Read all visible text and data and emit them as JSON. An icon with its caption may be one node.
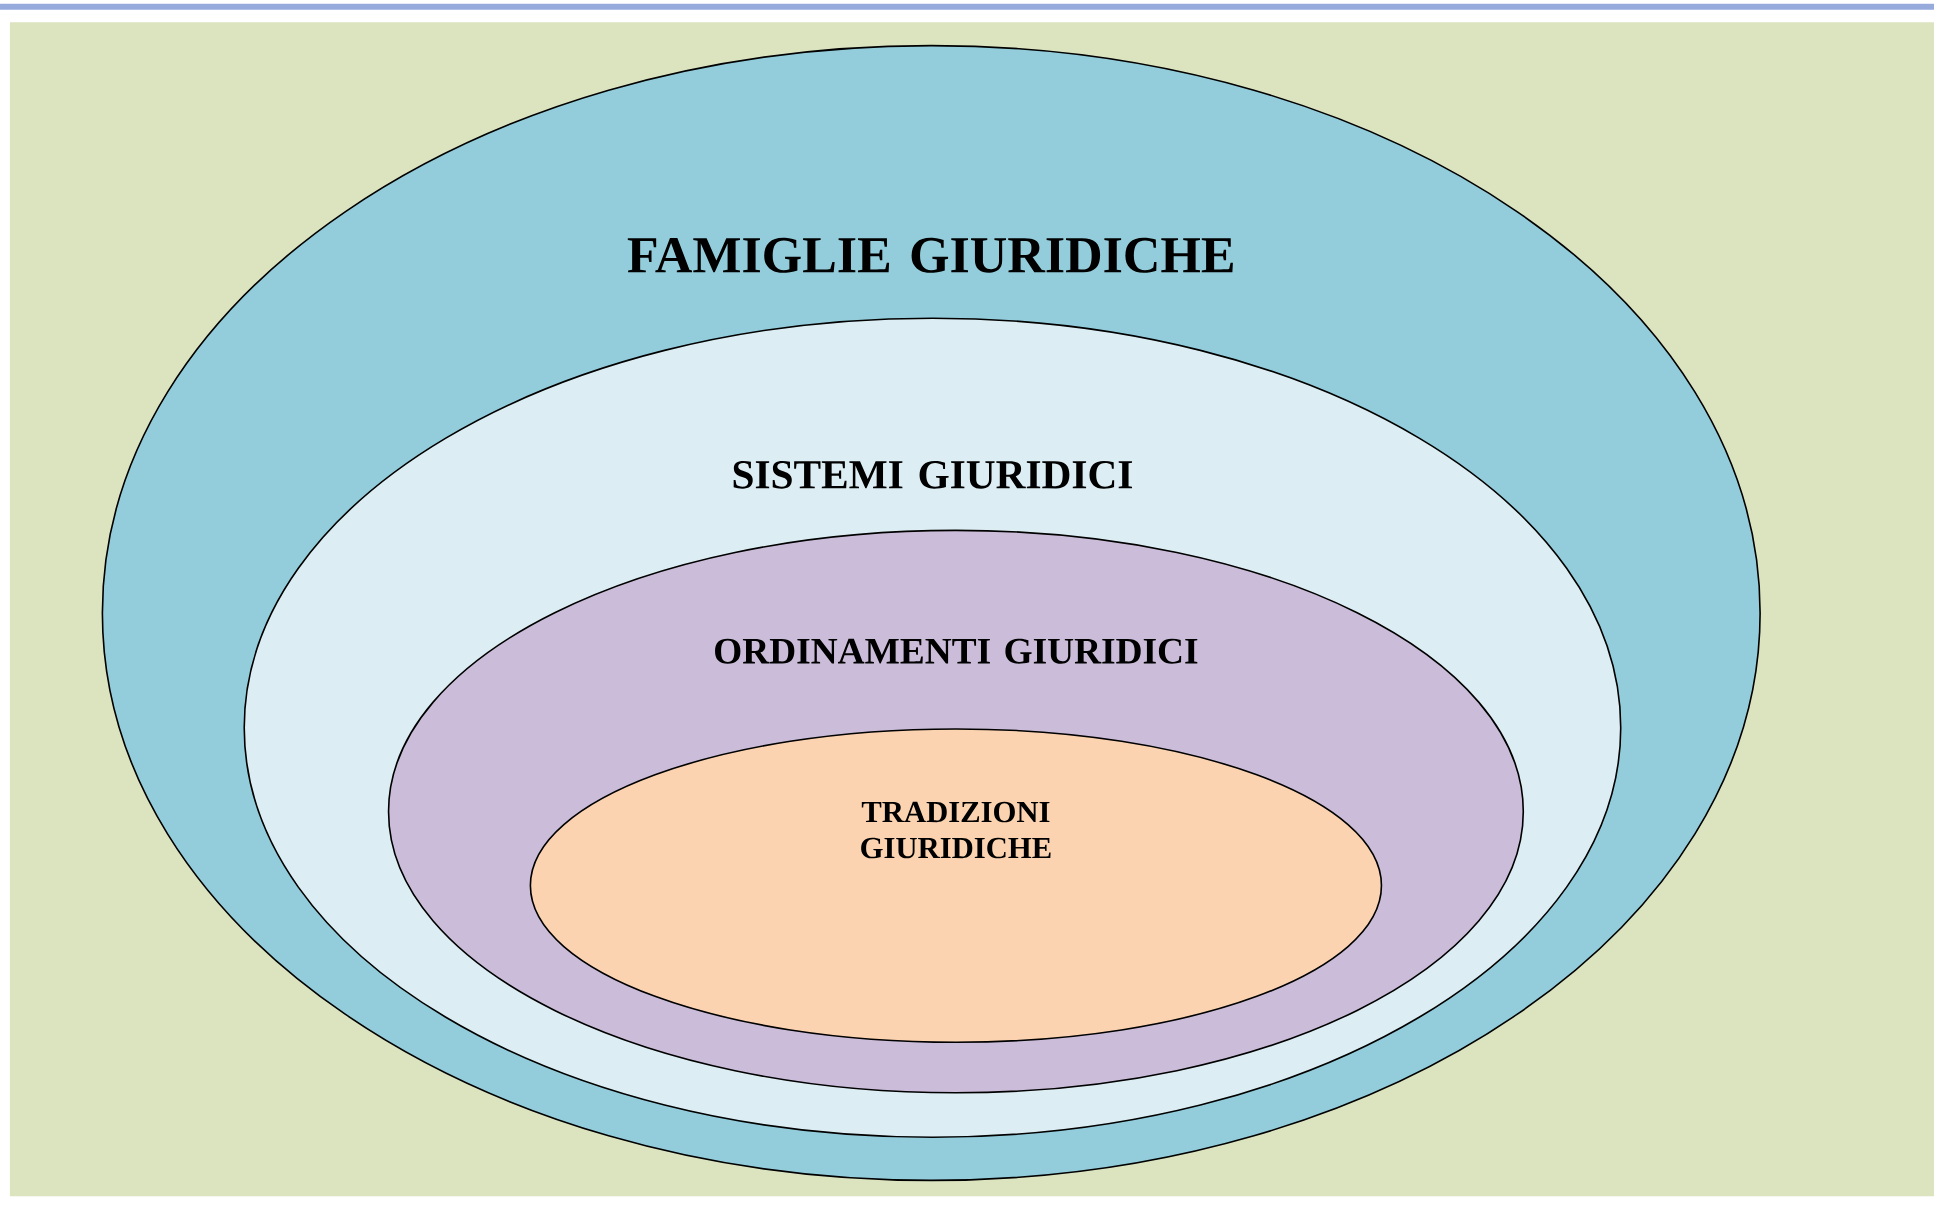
{
  "diagram": {
    "nodes": [
      {
        "text": [
          "FAMIGLIE GIURIDICHE"
        ]
      },
      {
        "text": [
          "SISTEMI GIURIDICI"
        ],
        "in": 0
      },
      {
        "text": [
          "ORDINAMENTI GIURIDICI"
        ],
        "in": 1
      },
      {
        "text": [
          "TRADIZIONI GIURIDICHE"
        ],
        "in": 2
      }
    ]
  }
}
